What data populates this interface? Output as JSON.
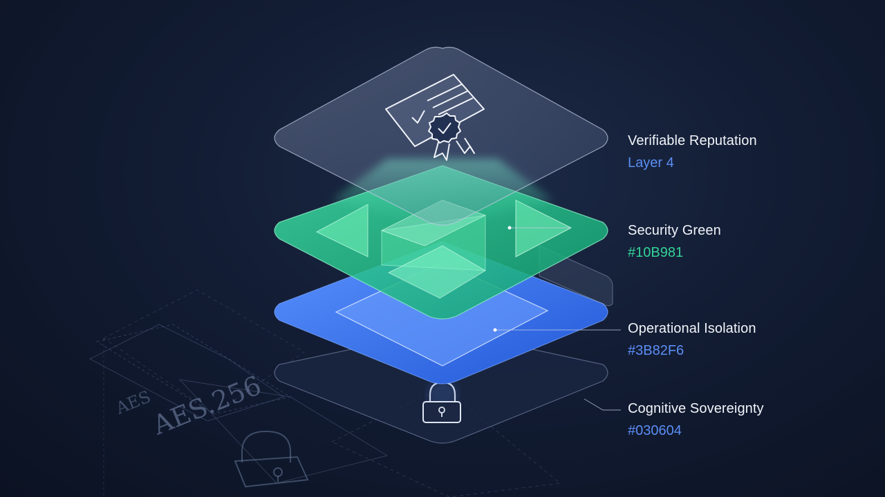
{
  "layers": [
    {
      "title": "Verifiable Reputation",
      "subtitle": "Layer 4",
      "subtitle_color": "#5b8ef5",
      "icon": "certificate-icon"
    },
    {
      "title": "Security Green",
      "subtitle": "#10B981",
      "subtitle_color": "#34d399",
      "icon": "triangle-prism-icon"
    },
    {
      "title": "Operational Isolation",
      "subtitle": "#3B82F6",
      "subtitle_color": "#5b8ef5",
      "icon": "diamond-panel-icon"
    },
    {
      "title": "Cognitive Sovereignty",
      "subtitle": "#030604",
      "subtitle_color": "#5b8ef5",
      "icon": "lock-icon"
    }
  ],
  "background_text": {
    "aes_small": "AES",
    "aes_large": "AES.256"
  },
  "colors": {
    "background": "#121c33",
    "security_green": "#10B981",
    "operational_blue": "#3B82F6",
    "accent_blue": "#5b8ef5"
  }
}
